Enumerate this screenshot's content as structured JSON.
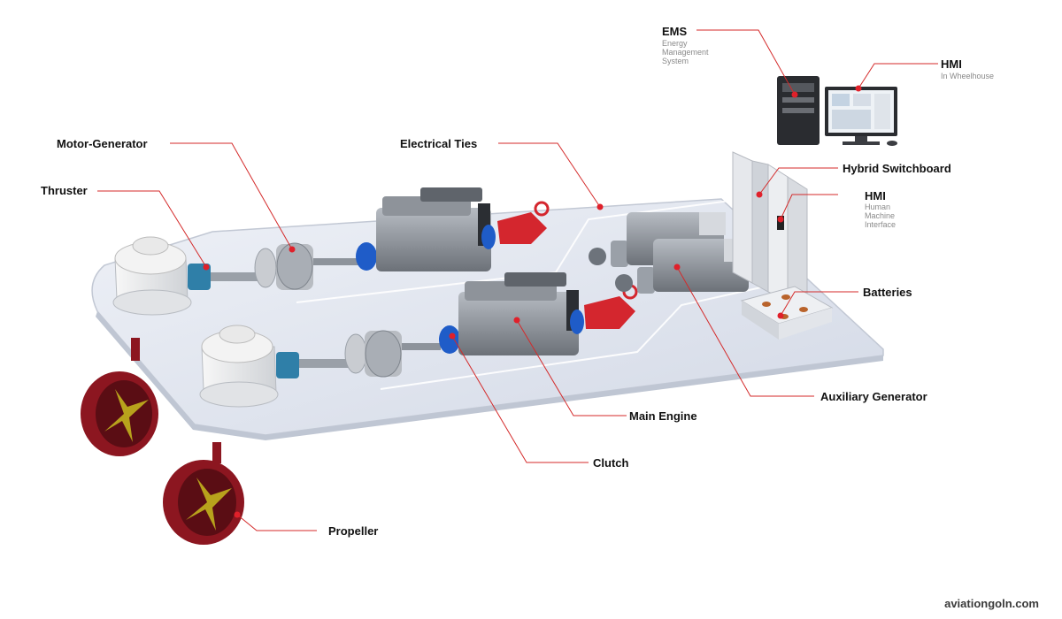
{
  "diagram": {
    "labels": {
      "ems": "EMS",
      "ems_sub": [
        "Energy",
        "Management",
        "System"
      ],
      "hmi_top": "HMI",
      "hmi_top_sub": "In Wheelhouse",
      "motor_generator": "Motor-Generator",
      "electrical_ties": "Electrical Ties",
      "thruster": "Thruster",
      "hybrid_switchboard": "Hybrid Switchboard",
      "hmi_right": "HMI",
      "hmi_right_sub": [
        "Human",
        "Machine",
        "Interface"
      ],
      "batteries": "Batteries",
      "auxiliary_generator": "Auxiliary Generator",
      "main_engine": "Main Engine",
      "clutch": "Clutch",
      "propeller": "Propeller"
    },
    "watermark": "aviationgoln.com",
    "colors": {
      "leader_line": "#d42a2a",
      "marker_dot": "#e0202a",
      "platform": "#dfe4ee",
      "propeller_duct": "#8c1620",
      "coupling_red": "#d4262e",
      "clutch_blue": "#1f5cc8",
      "coupling_teal": "#2f7fa8"
    }
  }
}
